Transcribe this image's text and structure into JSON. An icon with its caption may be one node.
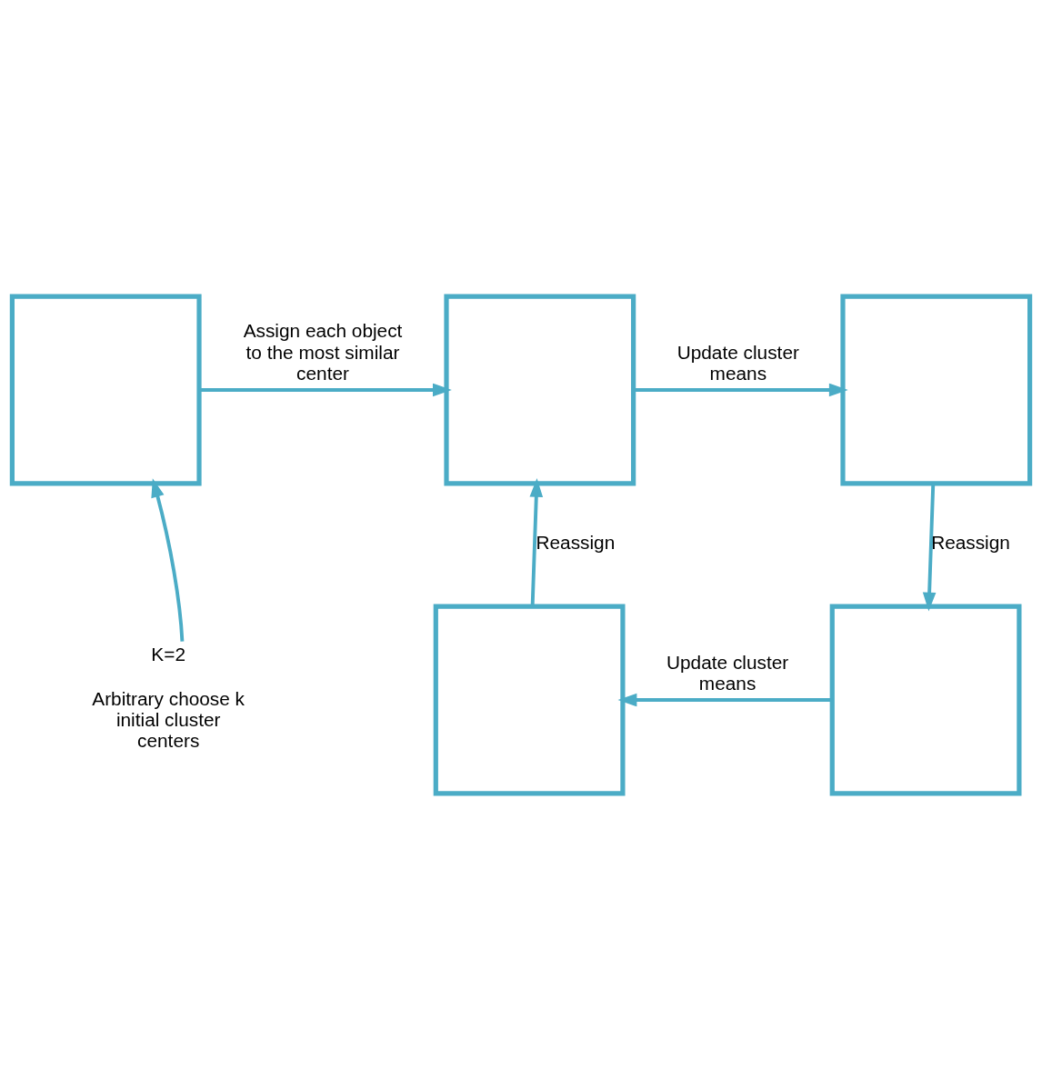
{
  "diagram": {
    "nodes": [
      {
        "text": [],
        "shape": "box"
      },
      {
        "text": [],
        "shape": "box"
      },
      {
        "text": [],
        "shape": "box"
      },
      {
        "text": [
          "K=2"
        ],
        "beside": [
          "Arbitrary choose k initial cluster centers"
        ]
      },
      {
        "text": [],
        "shape": "box"
      },
      {
        "text": [],
        "shape": "box"
      }
    ],
    "edges": [
      {
        "from": 3,
        "to": 0,
        "arrow": "to"
      },
      {
        "from": 0,
        "to": 1,
        "arrow": "to",
        "label": "Assign each object to the most similar center"
      },
      {
        "from": 1,
        "to": 2,
        "arrow": "to",
        "label": "Update cluster means"
      },
      {
        "from": 2,
        "to": 5,
        "arrow": "to",
        "label": "Reassign"
      },
      {
        "from": 5,
        "to": 4,
        "arrow": "to",
        "label": "Update cluster means"
      },
      {
        "from": 4,
        "to": 1,
        "arrow": "to",
        "label": "Reassign"
      }
    ]
  }
}
